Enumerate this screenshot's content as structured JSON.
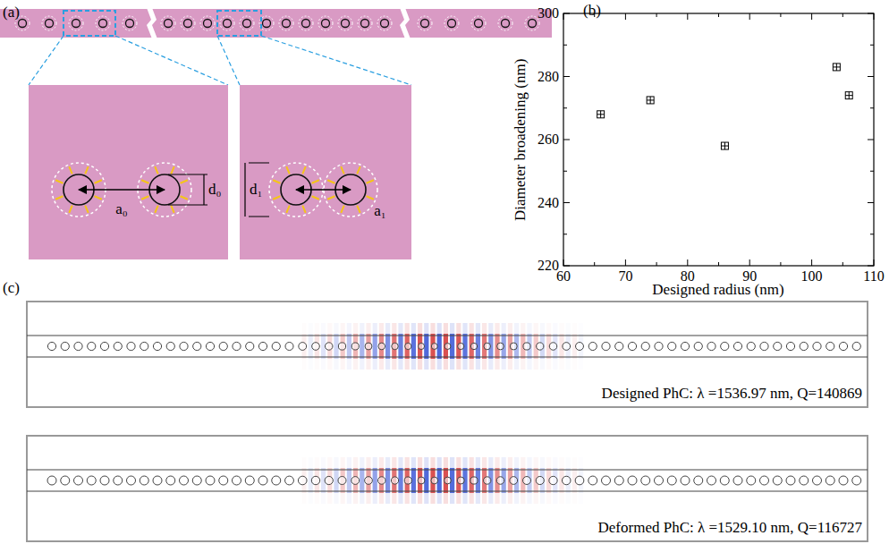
{
  "diagram": {
    "labels": [
      "(a)",
      "d₀",
      "a₀",
      "d₁",
      "a₁",
      "(b)",
      "300",
      "280",
      "260",
      "240",
      "220",
      "60",
      "70",
      "80",
      "90",
      "100",
      "110",
      "Diameter broadening (nm)",
      "Designed radius (nm)",
      "(c)",
      "Designed PhC: λ =1536.97 nm, Q=140869",
      "Deformed PhC: λ =1529.10 nm, Q=116727"
    ]
  }
}
